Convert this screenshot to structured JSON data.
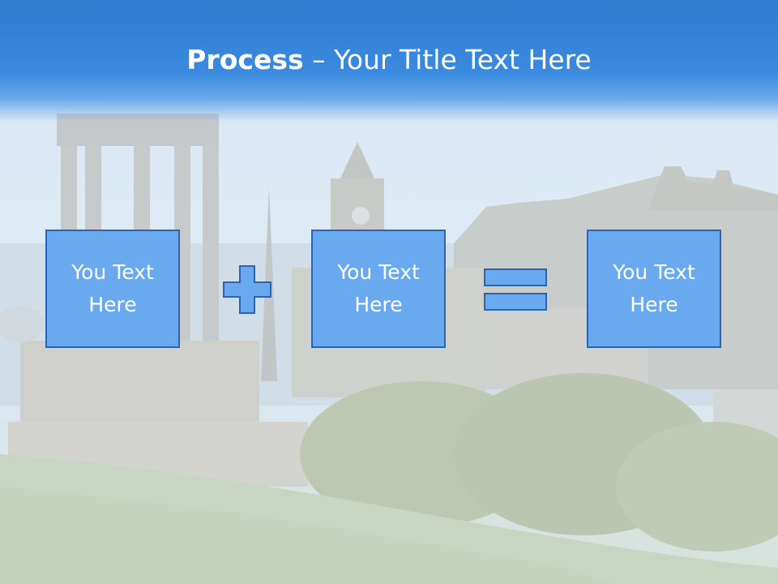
{
  "title": {
    "bold": "Process",
    "dash": " – ",
    "rest": "Your Title Text Here"
  },
  "boxes": [
    "You Text Here",
    "You Text Here",
    "You Text Here"
  ],
  "operators": [
    "plus-icon",
    "equals-icon"
  ],
  "colors": {
    "header": "#3a8ae0",
    "box_fill": "#68a9ef",
    "box_border": "#2d64ad",
    "text": "#ffffff"
  }
}
